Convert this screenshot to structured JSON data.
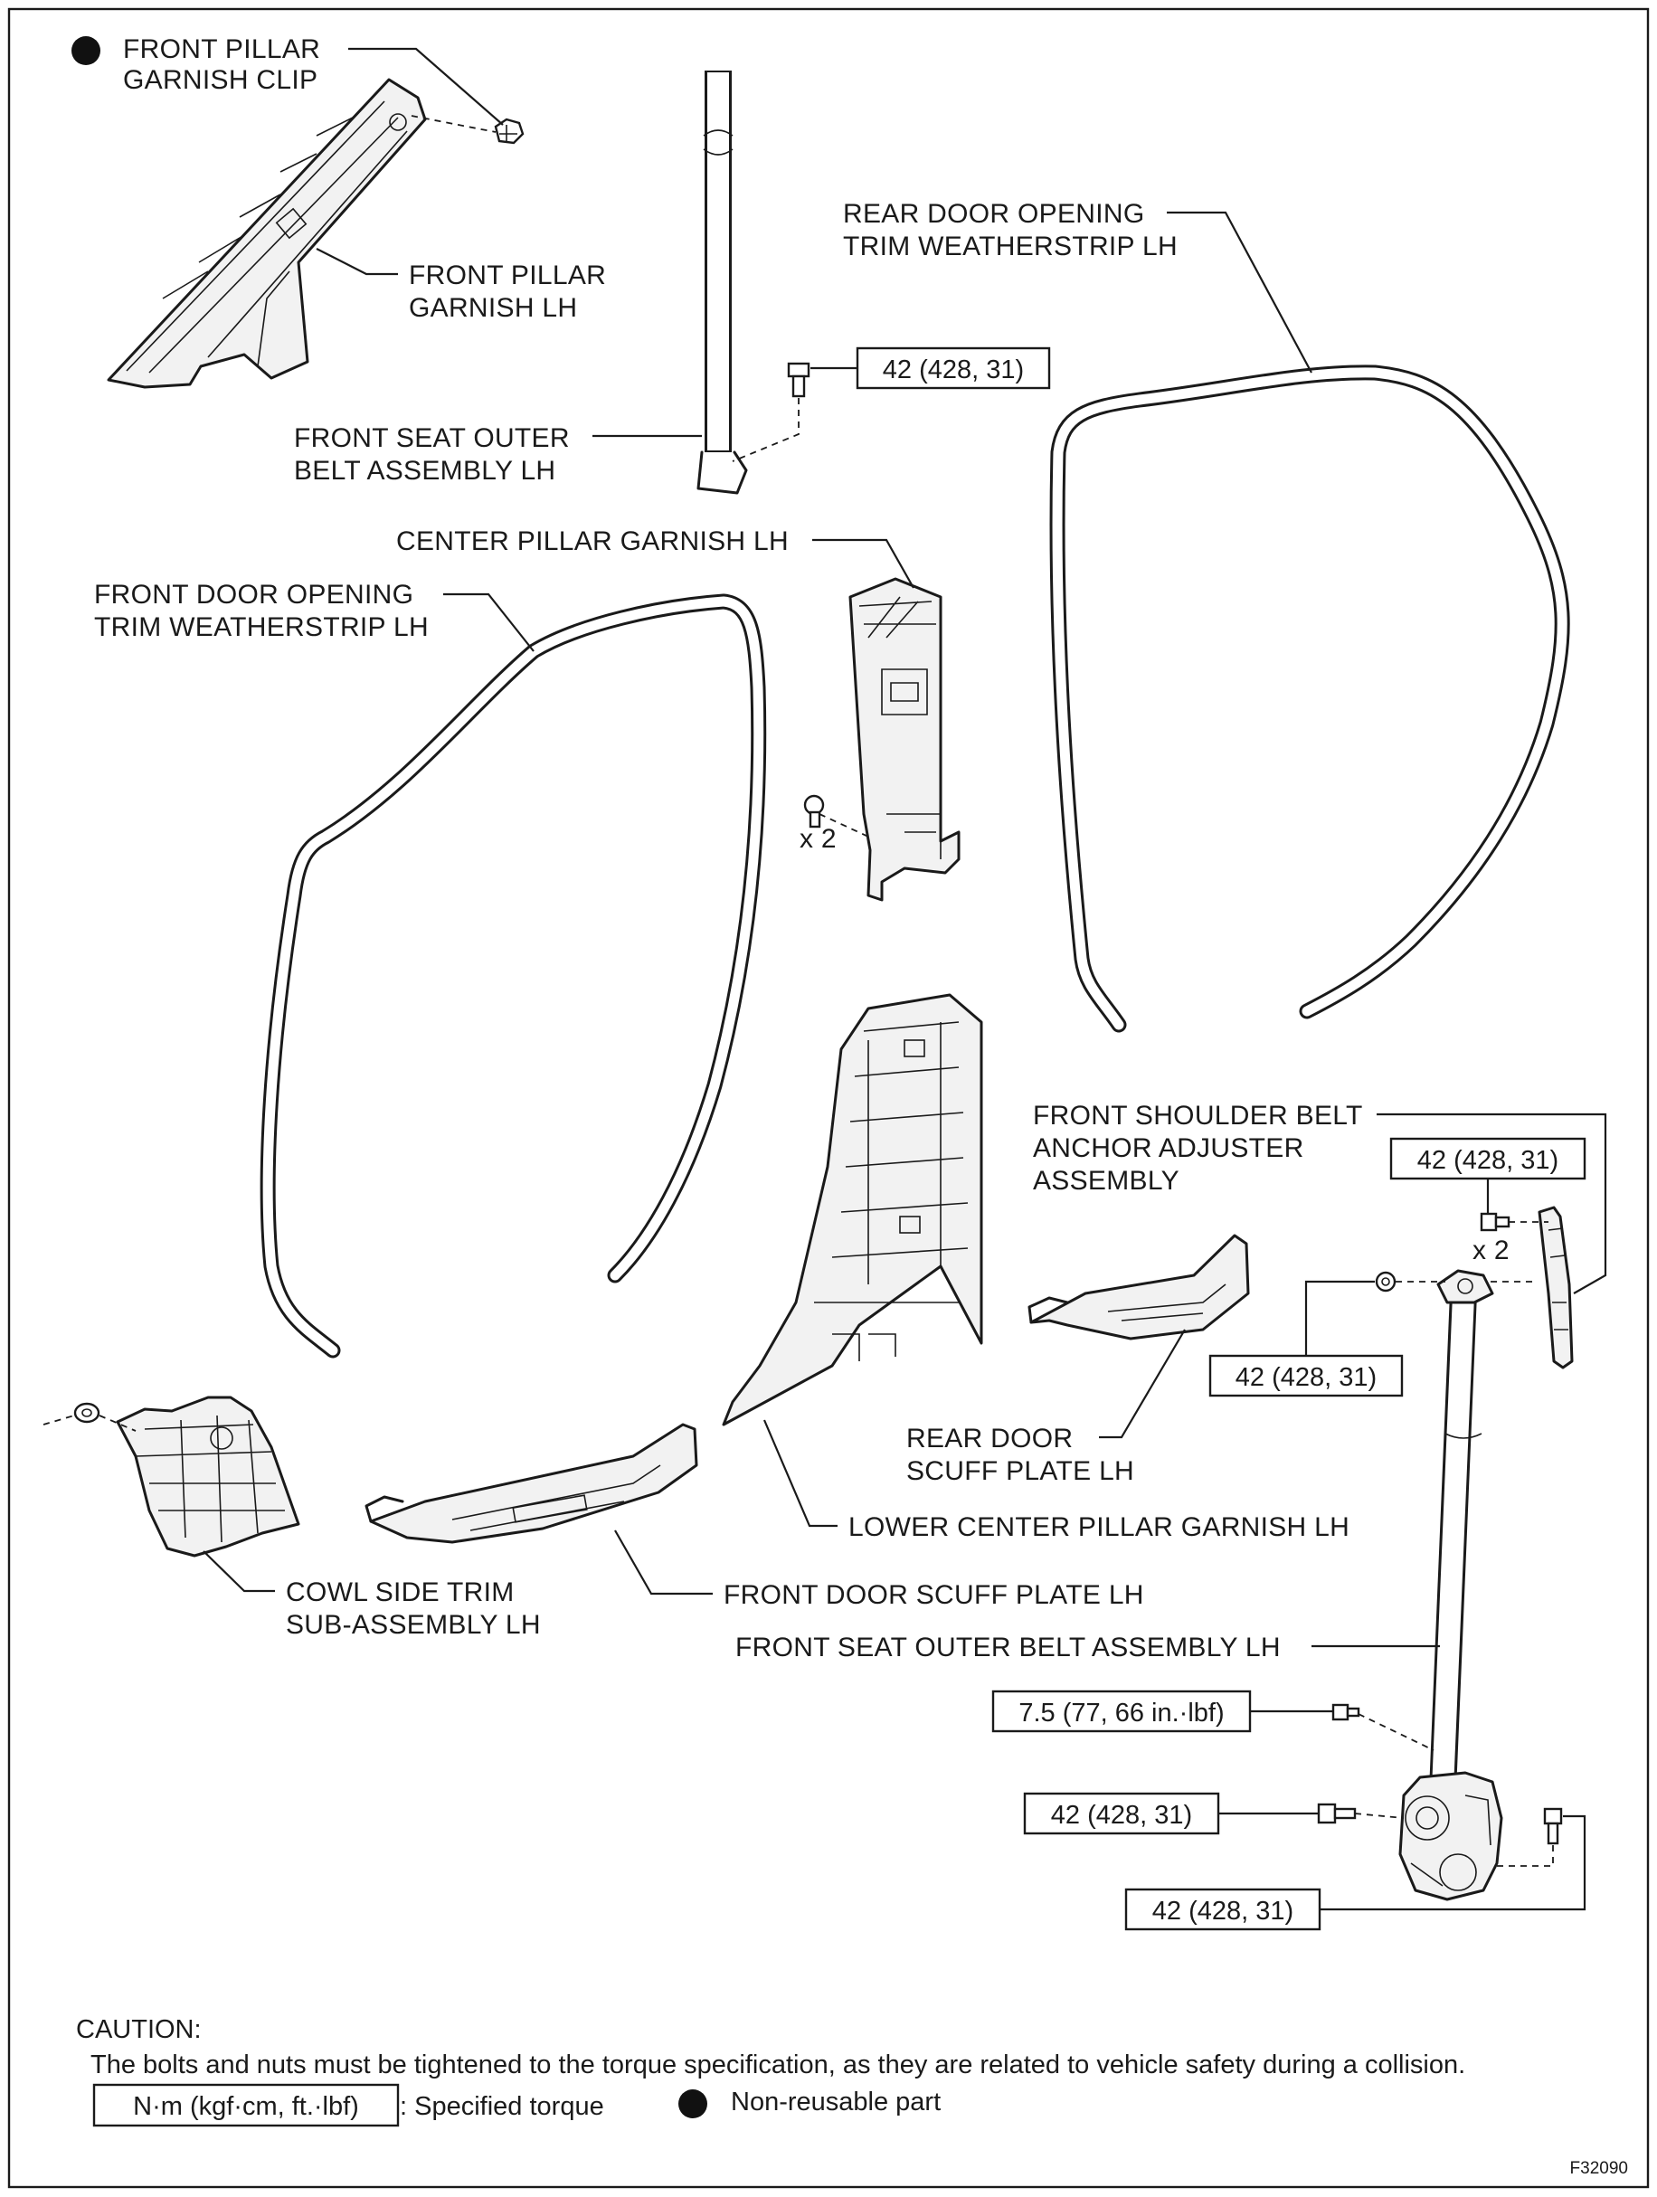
{
  "labels": {
    "front_pillar_garnish_clip": [
      "FRONT PILLAR",
      "GARNISH CLIP"
    ],
    "front_pillar_garnish_lh": [
      "FRONT PILLAR",
      "GARNISH LH"
    ],
    "front_seat_outer_belt_upper": [
      "FRONT SEAT OUTER",
      "BELT ASSEMBLY LH"
    ],
    "rear_door_opening_trim_weatherstrip": [
      "REAR DOOR OPENING",
      "TRIM WEATHERSTRIP LH"
    ],
    "center_pillar_garnish_lh": "CENTER PILLAR GARNISH LH",
    "front_door_opening_trim_weatherstrip": [
      "FRONT DOOR OPENING",
      "TRIM WEATHERSTRIP LH"
    ],
    "front_shoulder_belt_anchor_adjuster": [
      "FRONT SHOULDER BELT",
      "ANCHOR ADJUSTER",
      "ASSEMBLY"
    ],
    "rear_door_scuff_plate_lh": [
      "REAR DOOR",
      "SCUFF PLATE LH"
    ],
    "lower_center_pillar_garnish_lh": "LOWER CENTER PILLAR GARNISH LH",
    "cowl_side_trim_sub_assembly_lh": [
      "COWL SIDE TRIM",
      "SUB-ASSEMBLY LH"
    ],
    "front_door_scuff_plate_lh": "FRONT DOOR SCUFF PLATE LH",
    "front_seat_outer_belt_lower": "FRONT SEAT OUTER BELT ASSEMBLY LH"
  },
  "torque": {
    "belt_upper_anchor": "42 (428, 31)",
    "adjuster_bolts": "42 (428, 31)",
    "shoulder_anchor_nut": "42 (428, 31)",
    "retractor_upper_bolt": "7.5 (77, 66 in.·lbf)",
    "retractor_anchor_bolt": "42 (428, 31)",
    "retractor_lower_bolt": "42 (428, 31)"
  },
  "quantities": {
    "center_pillar_clips": "x 2",
    "adjuster_bolts": "x 2"
  },
  "caution": {
    "title": "CAUTION:",
    "text": "The bolts and nuts must be tightened to the torque specification, as they are related to vehicle safety during a collision."
  },
  "legend": {
    "torque_unit": "N·m (kgf·cm, ft.·lbf)",
    "torque_desc": ": Specified torque",
    "non_reusable": "Non-reusable part"
  },
  "figure_id": "F32090"
}
